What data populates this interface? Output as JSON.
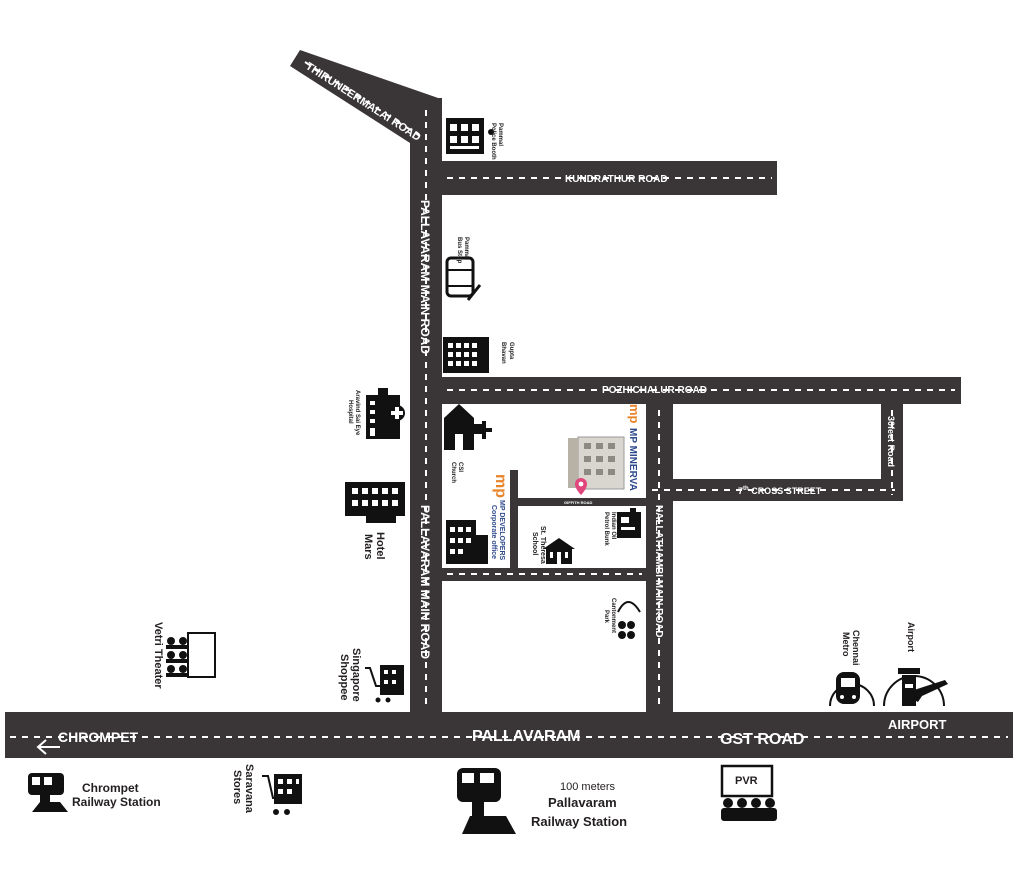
{
  "roads": {
    "thiruneermalai": "THIRUNEERMALAI ROAD",
    "kundrathur": "KUNDRATHUR ROAD",
    "pallavaram_main_top": "PALLAVARAM MAIN ROAD",
    "pallavaram_main_bottom": "PALLAVARAM MAIN ROAD",
    "pozhichalur": "POZHICHALUR ROAD",
    "thirty_feet": "30feet Road",
    "seventh_cross": "7",
    "seventh_cross_sup": "th",
    "seventh_cross_rest": " CROSS STREET",
    "nallathambi": "NALLATHAMBI MAIN ROAD",
    "giffith": "GIFFITH ROAD",
    "gst": "GST ROAD"
  },
  "places": {
    "chrompet": "CHROMPET",
    "pallavaram": "PALLAVARAM",
    "airport_road": "AIRPORT"
  },
  "landmarks": {
    "police_booth": [
      "Pammal",
      "Police Booth"
    ],
    "bus_stop": [
      "Pammal",
      "Bus Stop"
    ],
    "gupta_bhavan": [
      "Gupta",
      "Bhavan"
    ],
    "csi_church": [
      "CSI",
      "Church"
    ],
    "aravind_hospital": [
      "Aravind Sai Eye",
      "Hospital"
    ],
    "hotel_mars": [
      "Hotel",
      "Mars"
    ],
    "mp_developers": [
      "MP DEVELOPERS",
      "Corporate office"
    ],
    "mp_minerva": "MP MINERVA",
    "indian_oil": [
      "Indian Oil",
      "Petrol Bunk"
    ],
    "st_theresa": [
      "St. Theresa",
      "School"
    ],
    "cantonment_park": [
      "Cantonment",
      "Park"
    ],
    "vetri_theater": "Vetri Theater",
    "singapore_shoppee": [
      "Singapore",
      "Shoppee"
    ],
    "chennai_metro": [
      "Chennai",
      "Metro"
    ],
    "airport": "Airport",
    "chrompet_station": [
      "Chrompet",
      "Railway Station"
    ],
    "saravana_stores": [
      "Saravana",
      "Stores"
    ],
    "pallavaram_station_distance": "100 meters",
    "pallavaram_station": [
      "Pallavaram",
      "Railway Station"
    ],
    "pvr": "PVR"
  },
  "colors": {
    "road": "#3a3637",
    "brand_blue": "#2e4a8c",
    "brand_orange": "#e8842a",
    "pin": "#e0457b"
  },
  "icons": [
    "police-building-icon",
    "bus-icon",
    "hotel-building-icon",
    "church-icon",
    "hospital-icon",
    "hotel-icon",
    "office-building-icon",
    "fuel-pump-icon",
    "school-icon",
    "park-icon",
    "theater-icon",
    "shopping-building-icon",
    "metro-train-icon",
    "airport-icon",
    "train-icon",
    "shopping-cart-icon",
    "cinema-icon",
    "arrow-left-icon",
    "location-pin-icon"
  ]
}
